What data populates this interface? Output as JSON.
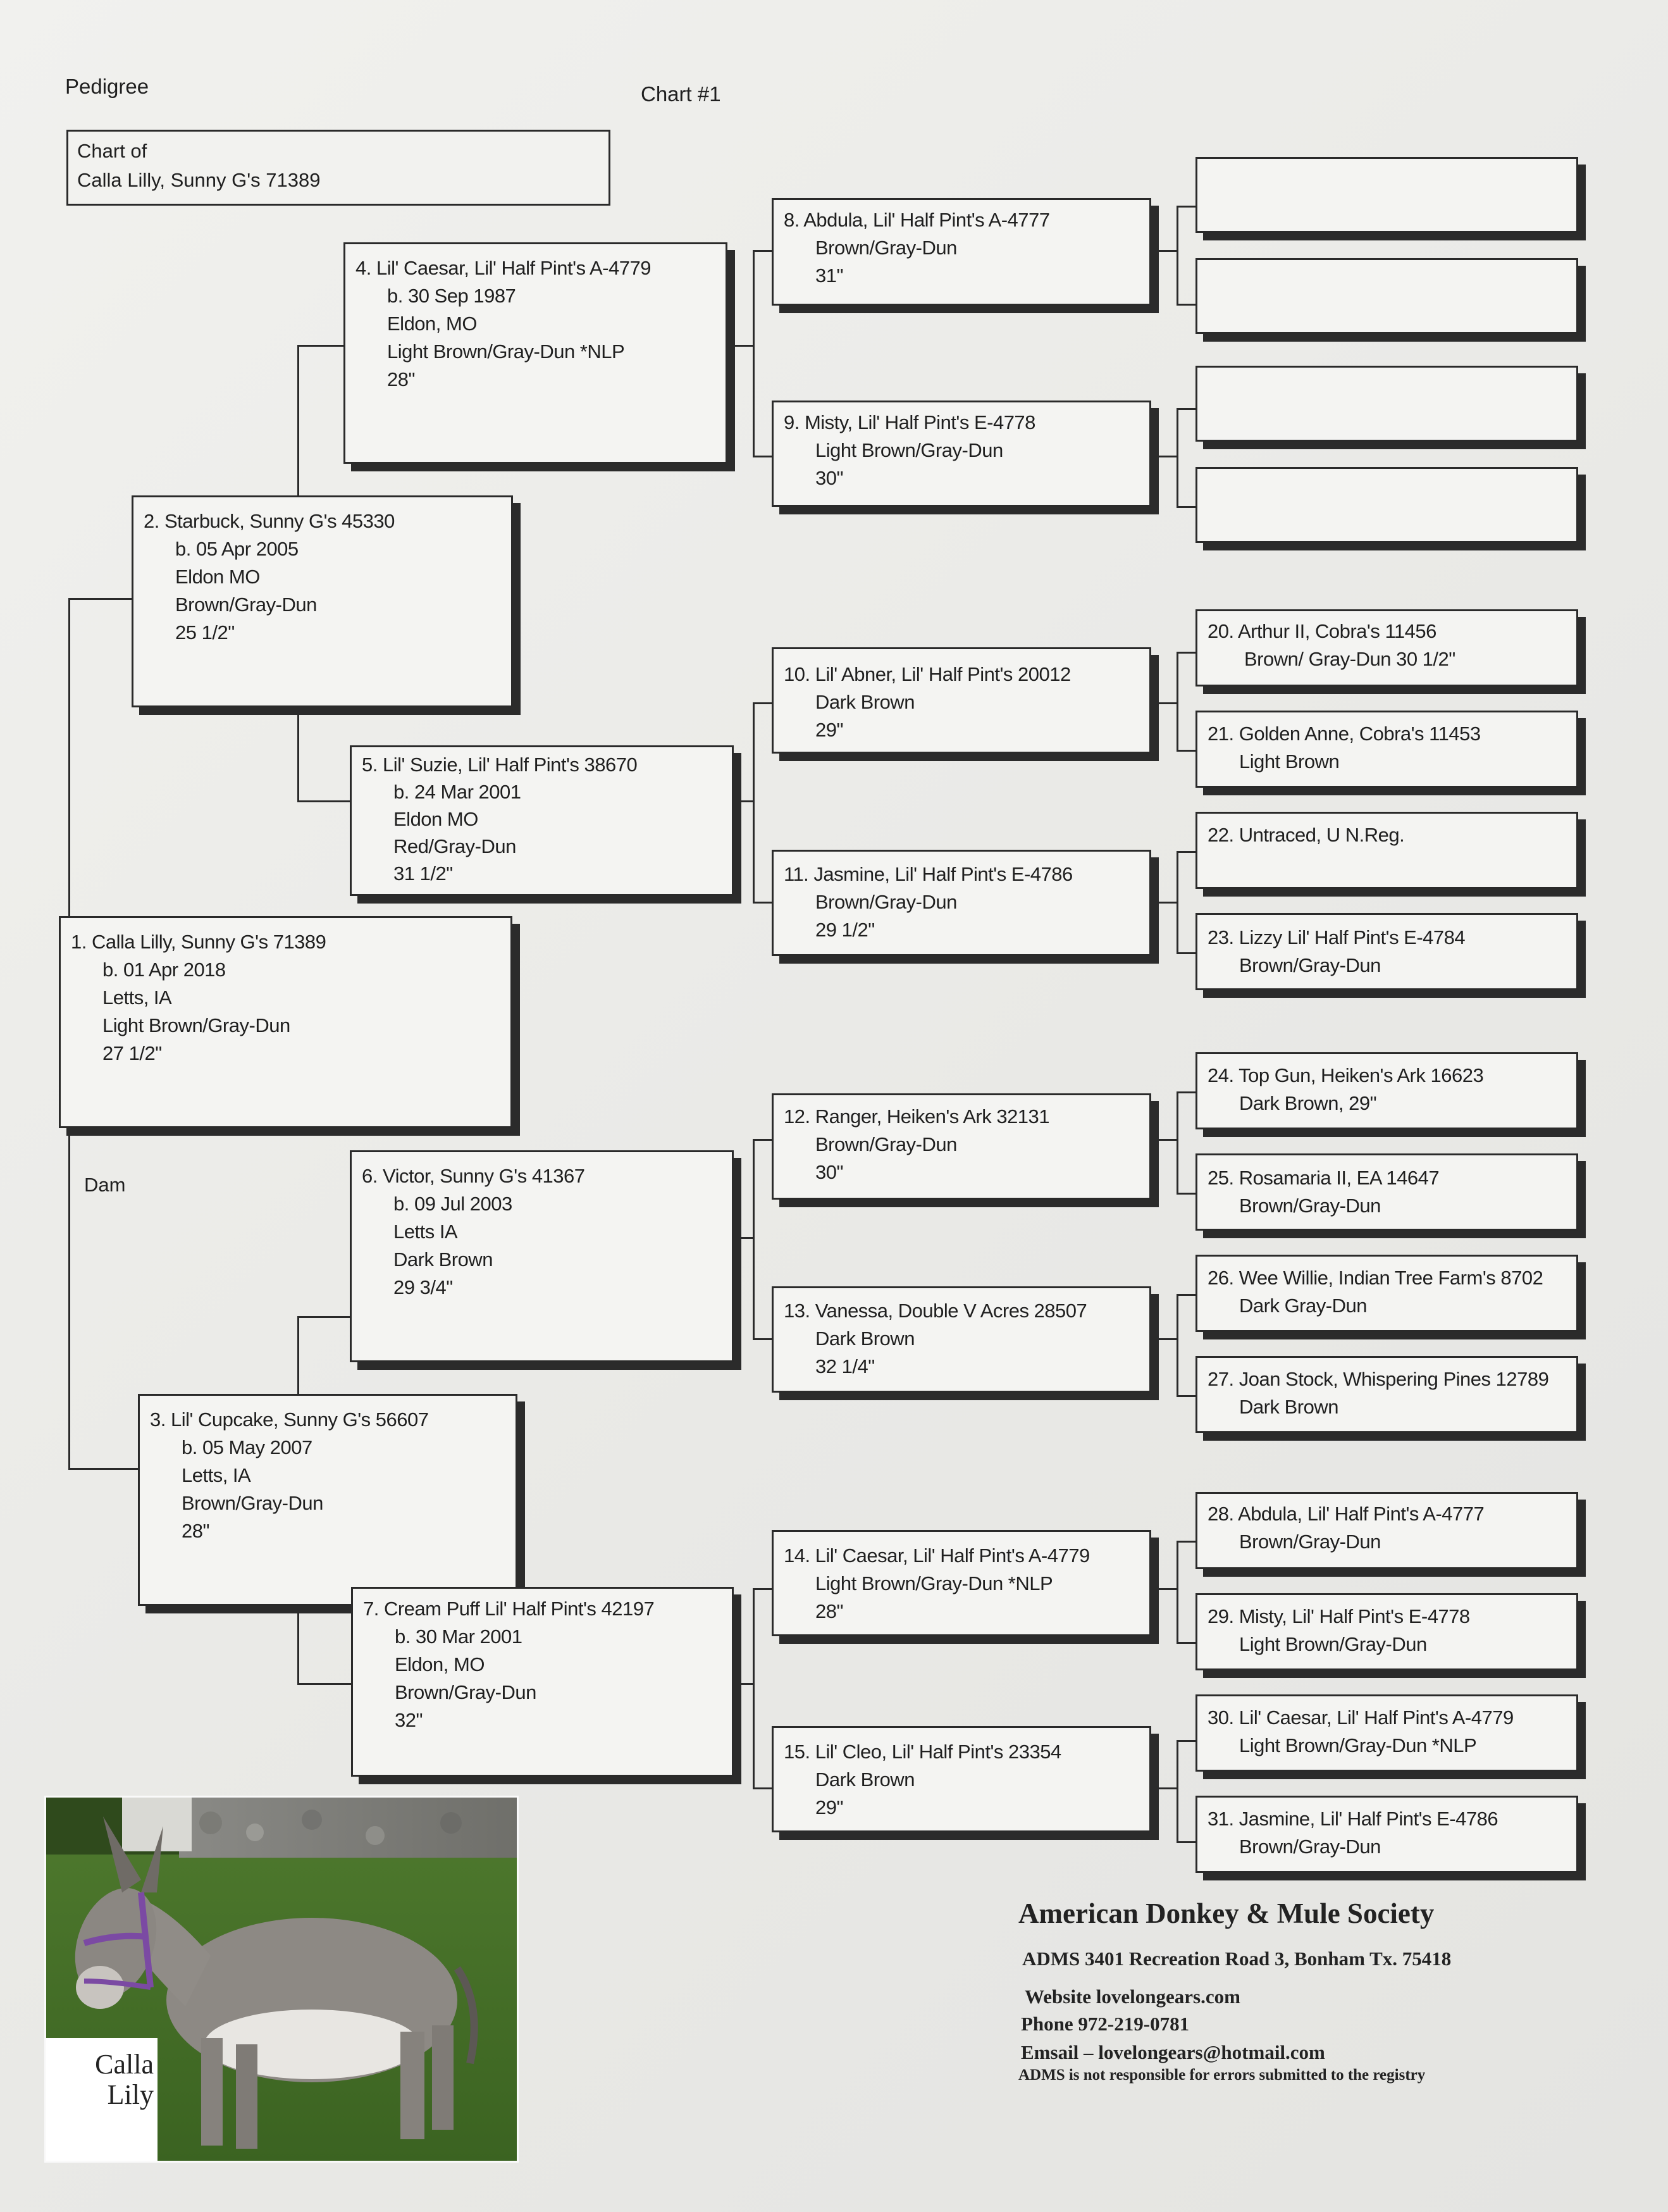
{
  "header": {
    "pedigree_label": "Pedigree",
    "chart_number": "Chart #1"
  },
  "chart_of": {
    "line1": "Chart of",
    "line2": "Calla Lilly, Sunny G's 71389"
  },
  "dam_label": "Dam",
  "animals": {
    "a1": {
      "name": "1. Calla Lilly, Sunny G's 71389",
      "dob": "b. 01 Apr 2018",
      "place": "Letts, IA",
      "color": "Light Brown/Gray-Dun",
      "height": "27 1/2\""
    },
    "a2": {
      "name": "2. Starbuck, Sunny G's 45330",
      "dob": "b. 05 Apr 2005",
      "place": "Eldon MO",
      "color": "Brown/Gray-Dun",
      "height": "25 1/2\""
    },
    "a3": {
      "name": "3. Lil' Cupcake, Sunny G's 56607",
      "dob": "b. 05 May 2007",
      "place": "Letts, IA",
      "color": "Brown/Gray-Dun",
      "height": "28\""
    },
    "a4": {
      "name": "4. Lil' Caesar, Lil' Half Pint's A-4779",
      "dob": "b. 30 Sep 1987",
      "place": "Eldon, MO",
      "color": "Light Brown/Gray-Dun *NLP",
      "height": "28\""
    },
    "a5": {
      "name": "5. Lil' Suzie, Lil' Half Pint's 38670",
      "dob": "b. 24 Mar 2001",
      "place": "Eldon MO",
      "color": "Red/Gray-Dun",
      "height": "31 1/2\""
    },
    "a6": {
      "name": "6. Victor, Sunny G's 41367",
      "dob": "b. 09 Jul 2003",
      "place": "Letts IA",
      "color": "Dark Brown",
      "height": "29  3/4\""
    },
    "a7": {
      "name": "7. Cream Puff Lil' Half Pint's 42197",
      "dob": "b. 30 Mar 2001",
      "place": "Eldon, MO",
      "color": "Brown/Gray-Dun",
      "height": "32\""
    },
    "a8": {
      "name": "8. Abdula, Lil' Half Pint's A-4777",
      "color": "Brown/Gray-Dun",
      "height": "31\""
    },
    "a9": {
      "name": "9. Misty, Lil' Half Pint's E-4778",
      "color": "Light Brown/Gray-Dun",
      "height": "30\""
    },
    "a10": {
      "name": "10. Lil' Abner, Lil' Half Pint's 20012",
      "color": "Dark Brown",
      "height": "29\""
    },
    "a11": {
      "name": "11. Jasmine, Lil' Half Pint's E-4786",
      "color": "Brown/Gray-Dun",
      "height": "29 1/2\""
    },
    "a12": {
      "name": "12. Ranger, Heiken's Ark 32131",
      "color": "Brown/Gray-Dun",
      "height": "30\""
    },
    "a13": {
      "name": "13. Vanessa, Double V Acres 28507",
      "color": "Dark Brown",
      "height": "32 1/4\""
    },
    "a14": {
      "name": "14. Lil' Caesar, Lil' Half Pint's A-4779",
      "color": "Light Brown/Gray-Dun *NLP",
      "height": "28\""
    },
    "a15": {
      "name": "15. Lil' Cleo, Lil' Half Pint's 23354",
      "color": "Dark Brown",
      "height": "29\""
    },
    "a20": {
      "name": "20. Arthur II, Cobra's 11456",
      "detail": "Brown/ Gray-Dun    30 1/2\""
    },
    "a21": {
      "name": "21. Golden Anne, Cobra's 11453",
      "detail": "Light Brown"
    },
    "a22": {
      "name": "22. Untraced, U N.Reg."
    },
    "a23": {
      "name": "23. Lizzy Lil' Half Pint's E-4784",
      "detail": "Brown/Gray-Dun"
    },
    "a24": {
      "name": "24. Top Gun, Heiken's Ark 16623",
      "detail": "Dark Brown, 29\""
    },
    "a25": {
      "name": "25. Rosamaria II, EA 14647",
      "detail": "Brown/Gray-Dun"
    },
    "a26": {
      "name": "26. Wee Willie, Indian Tree Farm's 8702",
      "detail": "Dark Gray-Dun"
    },
    "a27": {
      "name": "27. Joan Stock, Whispering Pines 12789",
      "detail": "Dark Brown"
    },
    "a28": {
      "name": "28. Abdula, Lil' Half Pint's A-4777",
      "detail": "Brown/Gray-Dun"
    },
    "a29": {
      "name": "29. Misty, Lil' Half Pint's E-4778",
      "detail": "Light Brown/Gray-Dun"
    },
    "a30": {
      "name": "30. Lil' Caesar, Lil' Half Pint's A-4779",
      "detail": "Light Brown/Gray-Dun *NLP"
    },
    "a31": {
      "name": "31. Jasmine, Lil' Half Pint's E-4786",
      "detail": "Brown/Gray-Dun"
    }
  },
  "photo": {
    "caption_line1": "Calla",
    "caption_line2": "Lily"
  },
  "society": {
    "title": "American Donkey & Mule Society",
    "address": "ADMS 3401 Recreation Road 3, Bonham Tx. 75418",
    "website": "Website  lovelongears.com",
    "phone": "Phone  972-219-0781",
    "email": "Emsail – lovelongears@hotmail.com",
    "disclaimer": "ADMS is not responsible for errors submitted to the registry"
  },
  "colors": {
    "ink": "#2a2a2a",
    "paper": "#eeeeeb",
    "box_shadow": "#2b2b2b"
  }
}
